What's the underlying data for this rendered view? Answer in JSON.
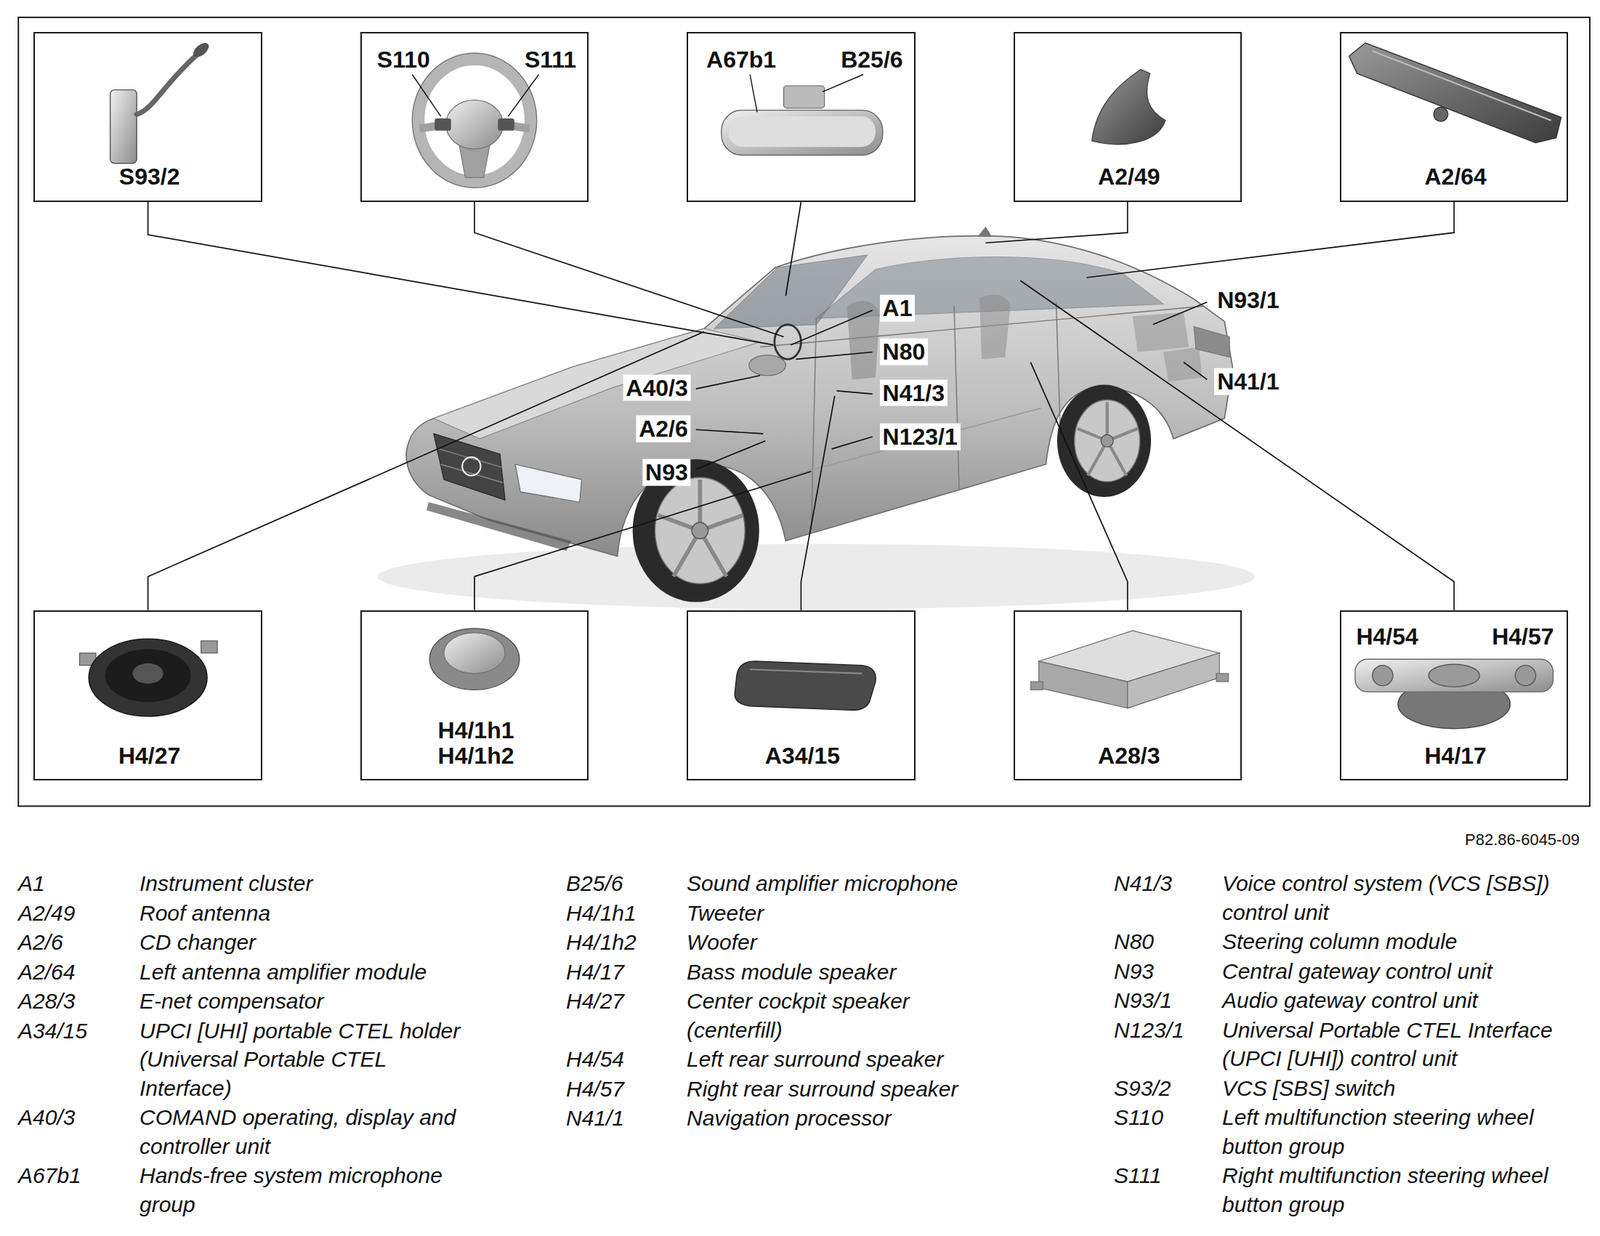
{
  "diagram": {
    "nodes": [
      {
        "text": [
          "S93/2"
        ]
      },
      {
        "text": [
          "S110",
          "S111"
        ]
      },
      {
        "text": [
          "A67b1",
          "B25/6"
        ]
      },
      {
        "text": [
          "A2/49"
        ]
      },
      {
        "text": [
          "A2/64"
        ]
      },
      {
        "text": [
          "H4/27"
        ]
      },
      {
        "text": [
          "H4/1h1",
          "H4/1h2"
        ]
      },
      {
        "text": [
          "A34/15"
        ]
      },
      {
        "text": [
          "A28/3"
        ]
      },
      {
        "text": [
          "H4/54",
          "H4/57",
          "H4/17"
        ]
      }
    ],
    "labels": [
      "A1",
      "N80",
      "A40/3",
      "N41/3",
      "A2/6",
      "N123/1",
      "N93",
      "N93/1",
      "N41/1",
      "P82.86-6045-09",
      "A1",
      "Instrument cluster",
      "A2/49",
      "Roof antenna",
      "A2/6",
      "CD changer",
      "A2/64",
      "Left antenna amplifier module",
      "A28/3",
      "E-net compensator",
      "A34/15",
      "UPCI [UHI] portable CTEL holder (Universal Portable CTEL Interface)",
      "A40/3",
      "COMAND operating, display and controller unit",
      "A67b1",
      "Hands-free system microphone group",
      "B25/6",
      "Sound amplifier microphone",
      "H4/1h1",
      "Tweeter",
      "H4/1h2",
      "Woofer",
      "H4/17",
      "Bass module speaker",
      "H4/27",
      "Center cockpit speaker (centerfill)",
      "H4/54",
      "Left rear surround speaker",
      "H4/57",
      "Right rear surround speaker",
      "N41/1",
      "Navigation processor",
      "N41/3",
      "Voice control system (VCS [SBS]) control unit",
      "N80",
      "Steering column module",
      "N93",
      "Central gateway control unit",
      "N93/1",
      "Audio gateway control unit",
      "N123/1",
      "Universal Portable CTEL Interface (UPCI [UHI]) control unit",
      "S93/2",
      "VCS [SBS] switch",
      "S110",
      "Left multifunction steering wheel button group",
      "S111",
      "Right multifunction steering wheel button group"
    ]
  }
}
